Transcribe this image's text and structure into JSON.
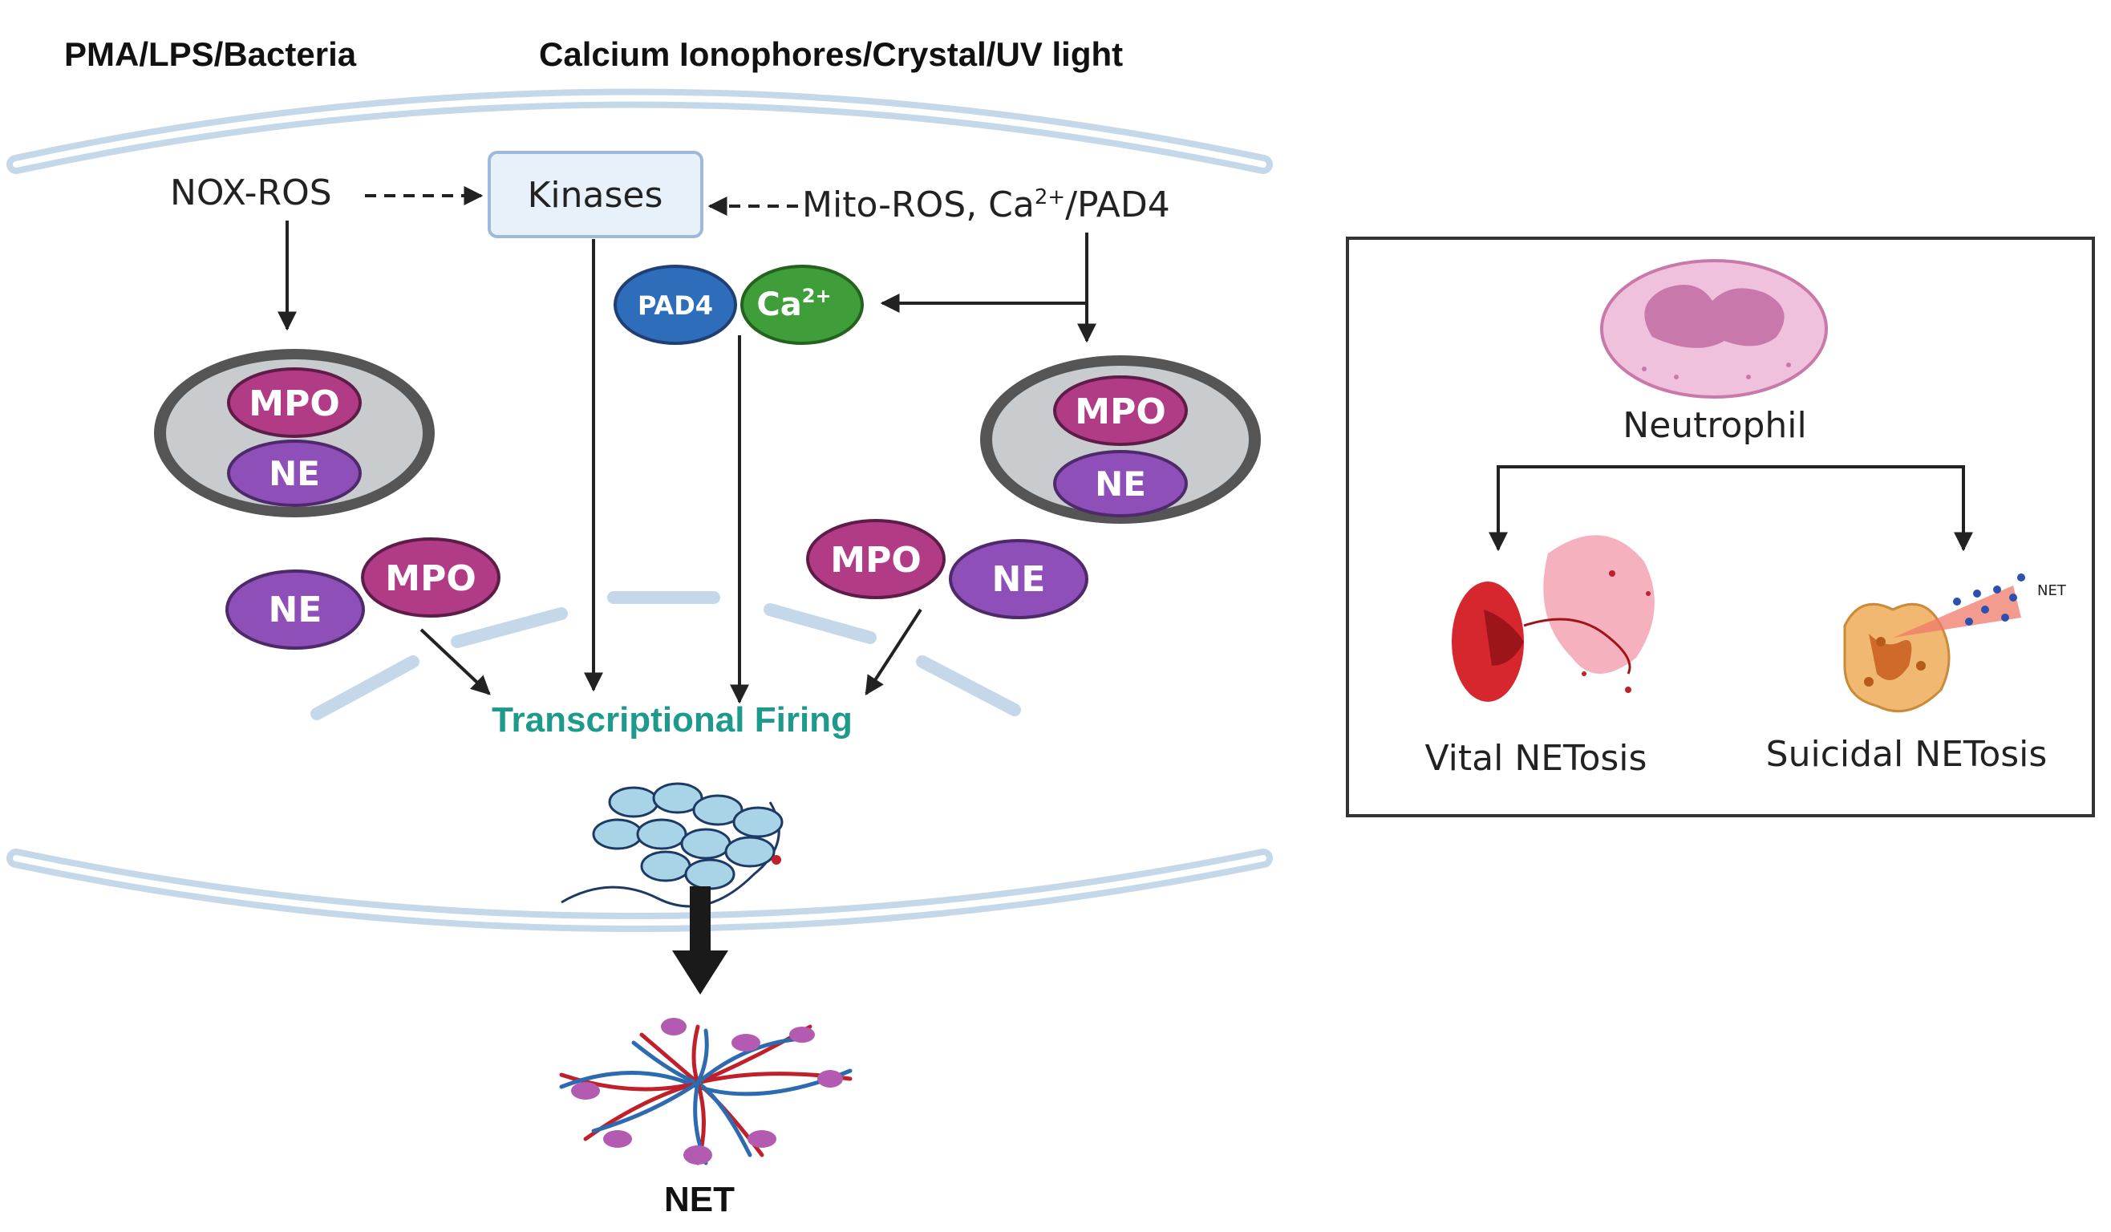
{
  "stimuli": {
    "left": "PMA/LPS/Bacteria",
    "right": "Calcium Ionophores/Crystal/UV light"
  },
  "signals": {
    "nox_ros": "NOX-ROS",
    "kinases": "Kinases",
    "mito_ros_prefix": "Mito-ROS, Ca",
    "mito_ros_sup": "2+",
    "mito_ros_suffix": "/PAD4"
  },
  "proteins": {
    "pad4": "PAD4",
    "ca_base": "Ca",
    "ca_sup": "2+",
    "mpo": "MPO",
    "ne": "NE"
  },
  "process": {
    "transcriptional_firing": "Transcriptional Firing",
    "net": "NET"
  },
  "inset": {
    "neutrophil": "Neutrophil",
    "vital": "Vital NETosis",
    "suicidal": "Suicidal NETosis",
    "net_small": "NET"
  },
  "colors": {
    "mpo": "#b23b86",
    "ne": "#8e4fb8",
    "pad4": "#2e6dba",
    "ca": "#3f9e3a",
    "teal": "#1e9a8c",
    "membrane": "#c4d8ea",
    "kinase_fill": "#e8f0fa",
    "kinase_stroke": "#9db9dc"
  }
}
